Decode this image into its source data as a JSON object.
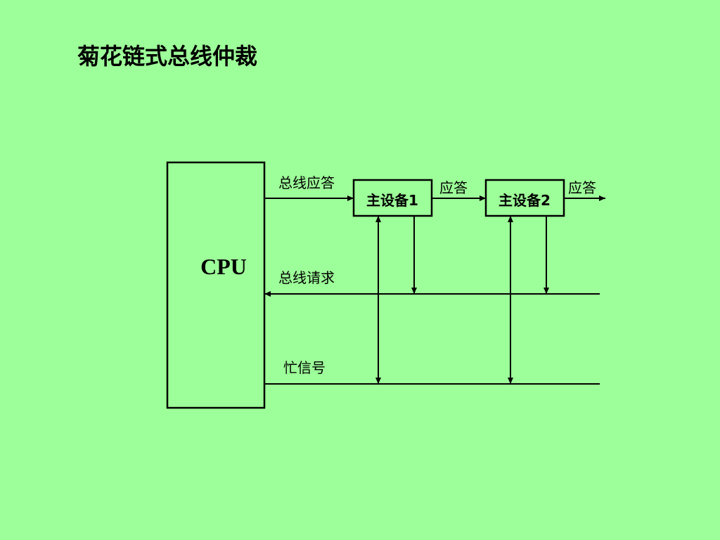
{
  "slide": {
    "title": "菊花链式总线仲裁",
    "background": "#9dff99"
  },
  "diagram": {
    "cpu_label": "CPU",
    "master1_label": "主设备1",
    "master2_label": "主设备2",
    "bus_grant_label": "总线应答",
    "grant_label_1": "应答",
    "grant_label_2": "应答",
    "bus_request_label": "总线请求",
    "busy_label": "忙信号"
  }
}
